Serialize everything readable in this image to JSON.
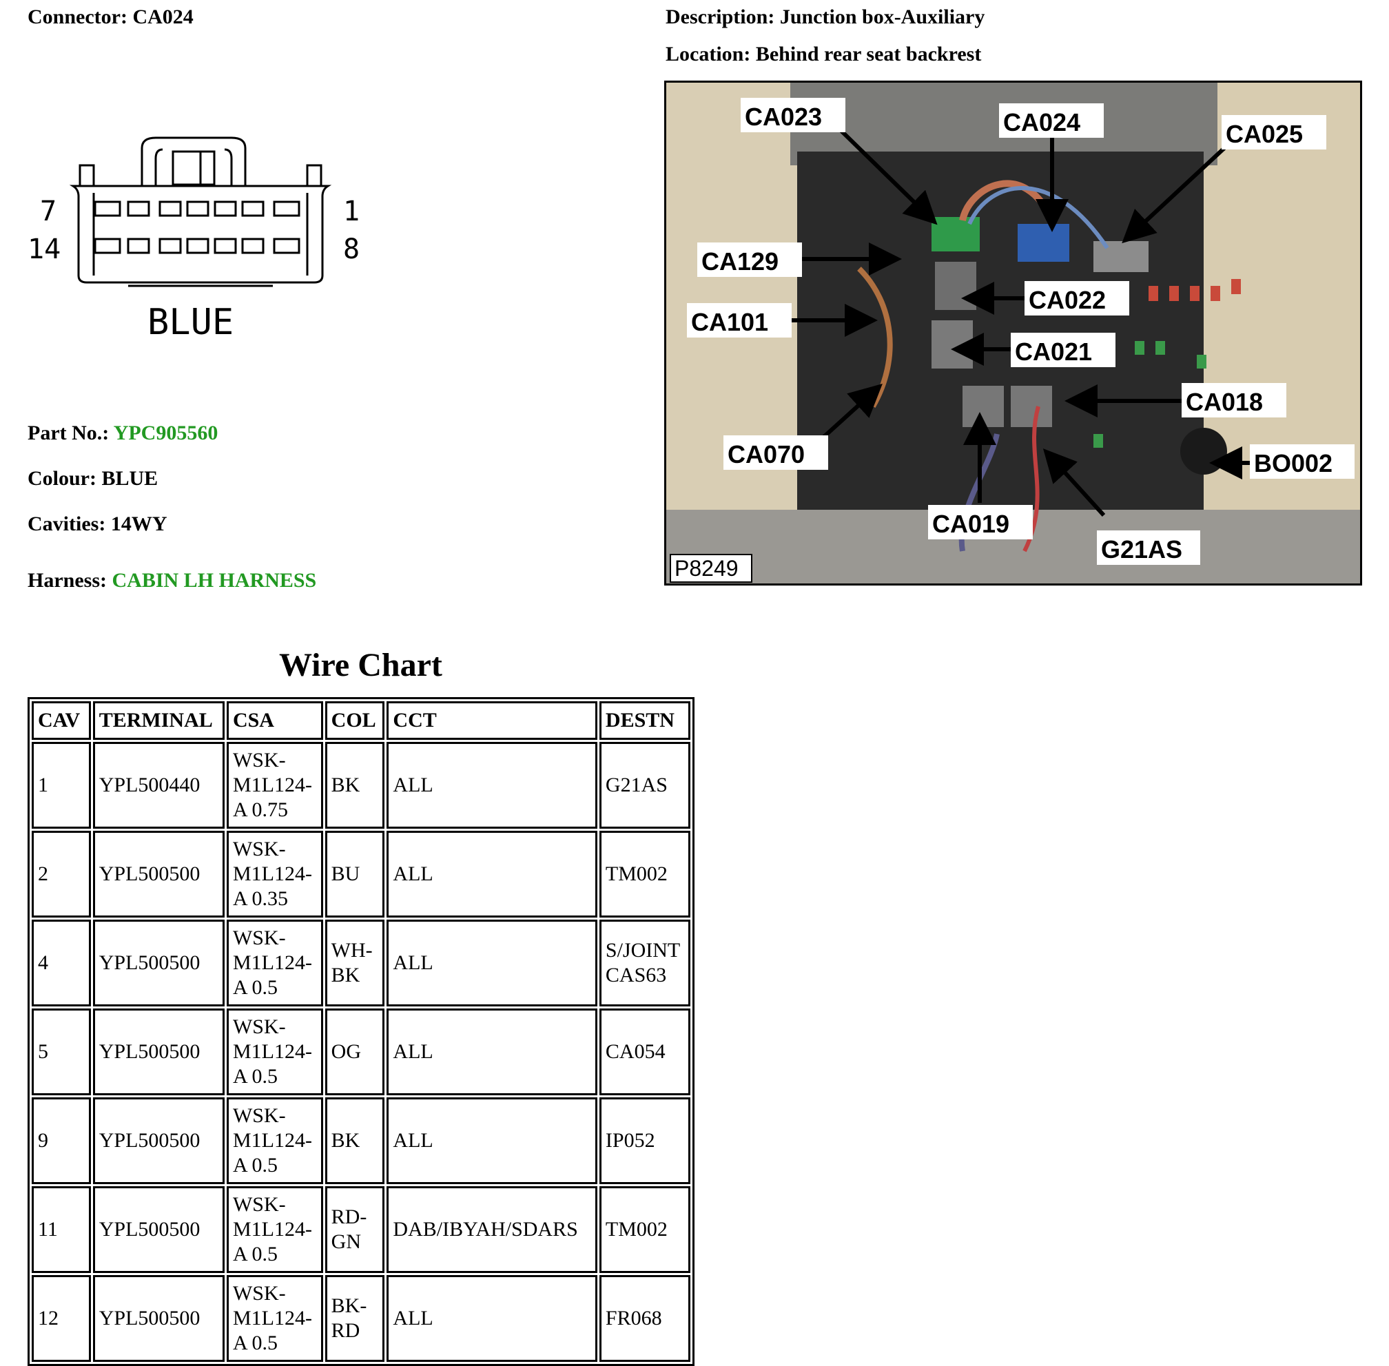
{
  "header": {
    "connector_label": "Connector:",
    "connector_value": "CA024",
    "description_label": "Description:",
    "description_value": "Junction box-Auxiliary",
    "location_label": "Location:",
    "location_value": "Behind rear seat backrest"
  },
  "connector_diagram": {
    "pin_top_left": "7",
    "pin_bottom_left": "14",
    "pin_top_right": "1",
    "pin_bottom_right": "8",
    "color_label": "BLUE"
  },
  "details": {
    "part_label": "Part No.:",
    "part_value": "YPC905560",
    "colour_label": "Colour:",
    "colour_value": "BLUE",
    "cavities_label": "Cavities:",
    "cavities_value": "14WY",
    "harness_label": "Harness:",
    "harness_value": "CABIN LH HARNESS"
  },
  "photo": {
    "reference": "P8249",
    "callouts": [
      "CA023",
      "CA024",
      "CA025",
      "CA129",
      "CA022",
      "CA101",
      "CA021",
      "CA018",
      "CA070",
      "BO002",
      "CA019",
      "G21AS"
    ]
  },
  "wire_chart": {
    "title": "Wire Chart",
    "headers": [
      "CAV",
      "TERMINAL",
      "CSA",
      "COL",
      "CCT",
      "DESTN"
    ],
    "rows": [
      [
        "1",
        "YPL500440",
        "WSK-\nM1L124-\nA 0.75",
        "BK",
        "ALL",
        "G21AS"
      ],
      [
        "2",
        "YPL500500",
        "WSK-\nM1L124-\nA 0.35",
        "BU",
        "ALL",
        "TM002"
      ],
      [
        "4",
        "YPL500500",
        "WSK-\nM1L124-\nA 0.5",
        "WH-\nBK",
        "ALL",
        "S/JOINT\nCAS63"
      ],
      [
        "5",
        "YPL500500",
        "WSK-\nM1L124-\nA 0.5",
        "OG",
        "ALL",
        "CA054"
      ],
      [
        "9",
        "YPL500500",
        "WSK-\nM1L124-\nA 0.5",
        "BK",
        "ALL",
        "IP052"
      ],
      [
        "11",
        "YPL500500",
        "WSK-\nM1L124-\nA 0.5",
        "RD-\nGN",
        "DAB/IBYAH/SDARS",
        "TM002"
      ],
      [
        "12",
        "YPL500500",
        "WSK-\nM1L124-\nA 0.5",
        "BK-\nRD",
        "ALL",
        "FR068"
      ]
    ]
  },
  "colors": {
    "link_green": "#229922"
  }
}
